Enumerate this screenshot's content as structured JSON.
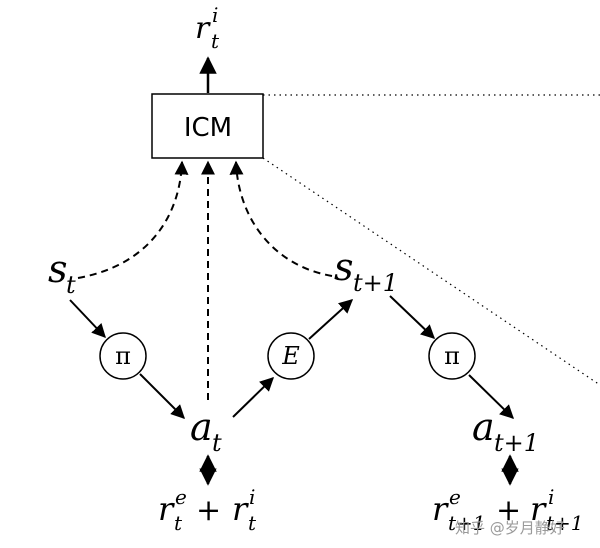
{
  "module": {
    "label": "ICM"
  },
  "policy_symbol": "π",
  "env_symbol": "E",
  "plus": "+",
  "symbols": {
    "r": "r",
    "s": "s",
    "a": "a",
    "i": "i",
    "e": "e",
    "t": "t",
    "t_plus_1": "t+1"
  },
  "watermark": "知乎 @岁月静好",
  "colors": {
    "stroke": "#000000",
    "watermark": "#9a9a9a"
  }
}
